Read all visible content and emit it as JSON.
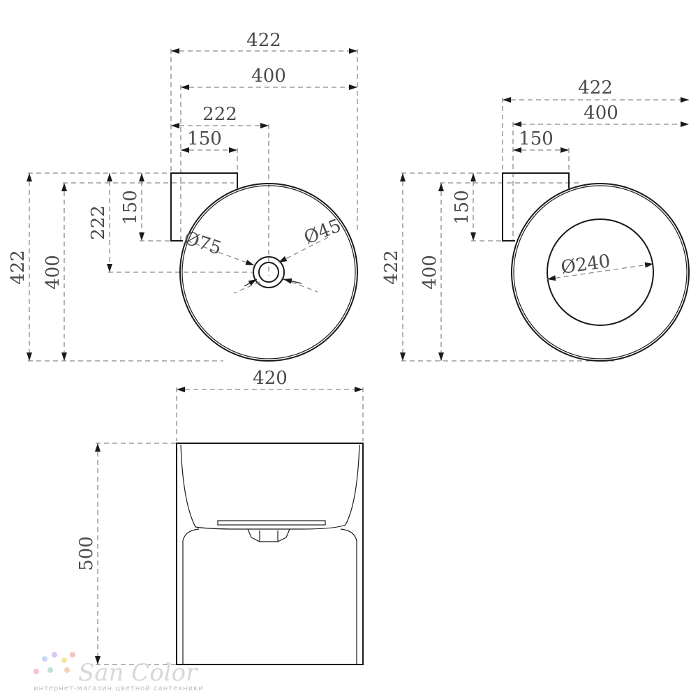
{
  "top_view": {
    "dims": {
      "overall_width": "422",
      "bowl_width": "400",
      "drain_offset": "222",
      "mount_width": "150",
      "mount_height": "150",
      "drain_vertical_offset": "222",
      "bowl_height": "400",
      "overall_height": "422"
    },
    "diameters": {
      "outer_drain": "Ø75",
      "inner_drain": "Ø45"
    }
  },
  "side_view": {
    "dims": {
      "overall_width": "422",
      "bowl_width": "400",
      "mount_width": "150",
      "mount_height": "150",
      "bowl_height": "400",
      "overall_height": "422"
    },
    "diameters": {
      "basin": "Ø240"
    }
  },
  "front_view": {
    "dims": {
      "width": "420",
      "height": "500"
    }
  },
  "watermark": {
    "brand": "San Color",
    "tagline": "интернет-магазин цветной сантехники"
  }
}
